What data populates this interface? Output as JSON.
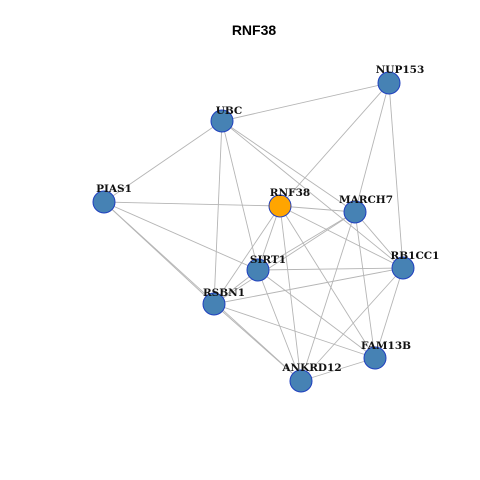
{
  "title": "RNF38",
  "colors": {
    "node_default": "#4682b4",
    "node_highlight": "#ffa500",
    "node_border": "#1f3fbf",
    "edge": "#b5b5b5"
  },
  "nodes": [
    {
      "id": "RNF38",
      "label": "RNF38",
      "highlight": true
    },
    {
      "id": "NUP153",
      "label": "NUP153",
      "highlight": false
    },
    {
      "id": "UBC",
      "label": "UBC",
      "highlight": false
    },
    {
      "id": "PIAS1",
      "label": "PIAS1",
      "highlight": false
    },
    {
      "id": "MARCH7",
      "label": "MARCH7",
      "highlight": false
    },
    {
      "id": "SIRT1",
      "label": "SIRT1",
      "highlight": false
    },
    {
      "id": "RB1CC1",
      "label": "RB1CC1",
      "highlight": false
    },
    {
      "id": "RSBN1",
      "label": "RSBN1",
      "highlight": false
    },
    {
      "id": "FAM13B",
      "label": "FAM13B",
      "highlight": false
    },
    {
      "id": "ANKRD12",
      "label": "ANKRD12",
      "highlight": false
    }
  ],
  "edges": [
    [
      "UBC",
      "NUP153"
    ],
    [
      "UBC",
      "PIAS1"
    ],
    [
      "UBC",
      "MARCH7"
    ],
    [
      "UBC",
      "SIRT1"
    ],
    [
      "UBC",
      "RSBN1"
    ],
    [
      "UBC",
      "RB1CC1"
    ],
    [
      "NUP153",
      "RNF38"
    ],
    [
      "NUP153",
      "MARCH7"
    ],
    [
      "NUP153",
      "RB1CC1"
    ],
    [
      "PIAS1",
      "RNF38"
    ],
    [
      "PIAS1",
      "RSBN1"
    ],
    [
      "PIAS1",
      "ANKRD12"
    ],
    [
      "PIAS1",
      "SIRT1"
    ],
    [
      "RNF38",
      "MARCH7"
    ],
    [
      "RNF38",
      "SIRT1"
    ],
    [
      "RNF38",
      "RSBN1"
    ],
    [
      "RNF38",
      "RB1CC1"
    ],
    [
      "RNF38",
      "FAM13B"
    ],
    [
      "RNF38",
      "ANKRD12"
    ],
    [
      "MARCH7",
      "SIRT1"
    ],
    [
      "MARCH7",
      "RSBN1"
    ],
    [
      "MARCH7",
      "FAM13B"
    ],
    [
      "MARCH7",
      "ANKRD12"
    ],
    [
      "MARCH7",
      "RB1CC1"
    ],
    [
      "SIRT1",
      "RB1CC1"
    ],
    [
      "SIRT1",
      "RSBN1"
    ],
    [
      "SIRT1",
      "FAM13B"
    ],
    [
      "SIRT1",
      "ANKRD12"
    ],
    [
      "RB1CC1",
      "RSBN1"
    ],
    [
      "RB1CC1",
      "FAM13B"
    ],
    [
      "RB1CC1",
      "ANKRD12"
    ],
    [
      "RSBN1",
      "FAM13B"
    ],
    [
      "RSBN1",
      "ANKRD12"
    ],
    [
      "FAM13B",
      "ANKRD12"
    ]
  ]
}
